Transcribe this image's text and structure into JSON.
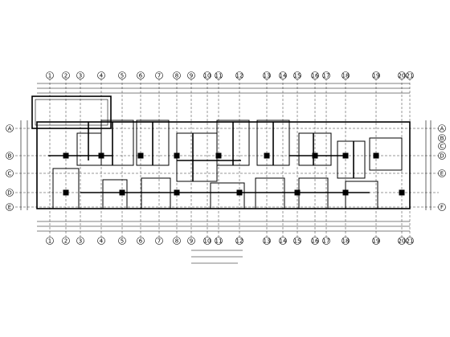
{
  "drawing": {
    "type": "structural floor plan (CAD)",
    "line_color": "#000000",
    "background": "#ffffff",
    "grid_axes_top": [
      "1",
      "2",
      "3",
      "4",
      "5",
      "6",
      "7",
      "8",
      "9",
      "10",
      "11",
      "12",
      "13",
      "14",
      "15",
      "16",
      "17",
      "18",
      "19",
      "20",
      "21"
    ],
    "grid_axes_left": [
      "A",
      "B",
      "C",
      "D",
      "E"
    ],
    "grid_axes_right": [
      "A",
      "B",
      "C",
      "D",
      "E",
      "F"
    ]
  }
}
